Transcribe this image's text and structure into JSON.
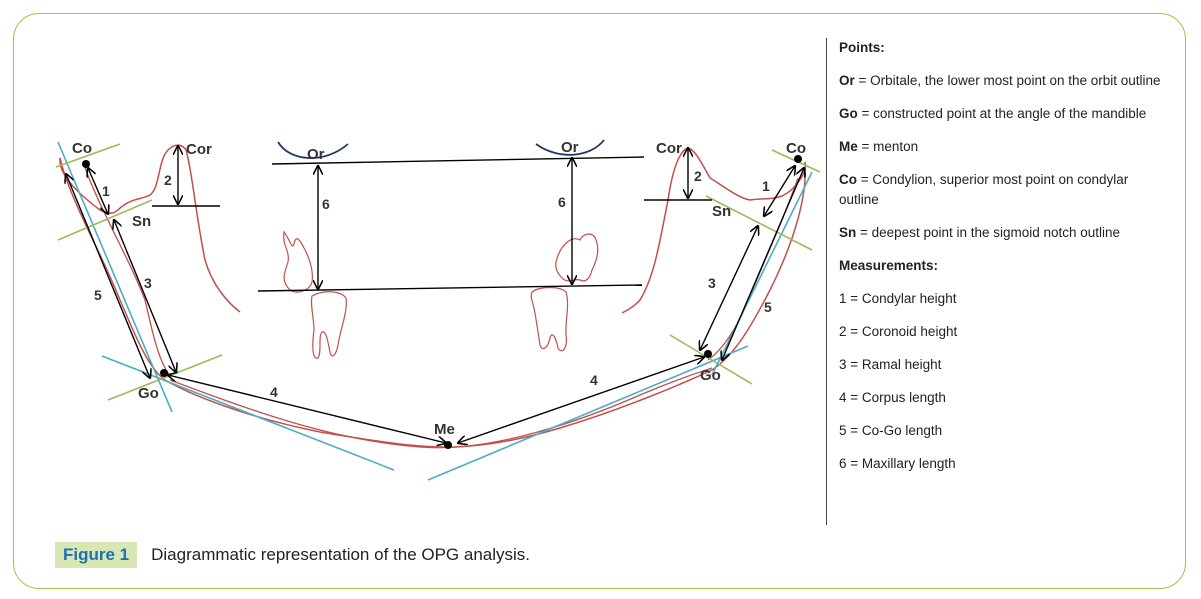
{
  "diagram": {
    "labels": {
      "co": "Co",
      "cor": "Cor",
      "sn": "Sn",
      "or": "Or",
      "go": "Go",
      "me": "Me"
    },
    "measure_numbers": {
      "m1": "1",
      "m2": "2",
      "m3": "3",
      "m4": "4",
      "m5": "5",
      "m6": "6"
    },
    "colors": {
      "outline": "#c0504d",
      "tangent": "#4bacc6",
      "guide": "#9bbb59",
      "orbit": "#1f3864",
      "arrow": "#000000"
    }
  },
  "legend": {
    "points_heading": "Points:",
    "points": [
      {
        "abbr": "Or",
        "text": " = Orbitale, the lower most point on the orbit outline"
      },
      {
        "abbr": "Go",
        "text": " = constructed  point at the angle of the mandible"
      },
      {
        "abbr": "Me",
        "text": " = menton"
      },
      {
        "abbr": "Co",
        "text": " = Condylion, superior most point on condylar outline"
      },
      {
        "abbr": "Sn",
        "text": " = deepest point in the sigmoid notch outline"
      }
    ],
    "measurements_heading": "Measurements:",
    "measurements": [
      "1 =  Condylar height",
      "2 = Coronoid height",
      "3 = Ramal height",
      "4 = Corpus length",
      "5 = Co-Go length",
      "6 = Maxillary length"
    ]
  },
  "caption": {
    "label": "Figure 1",
    "text": "Diagrammatic representation of the OPG analysis."
  }
}
